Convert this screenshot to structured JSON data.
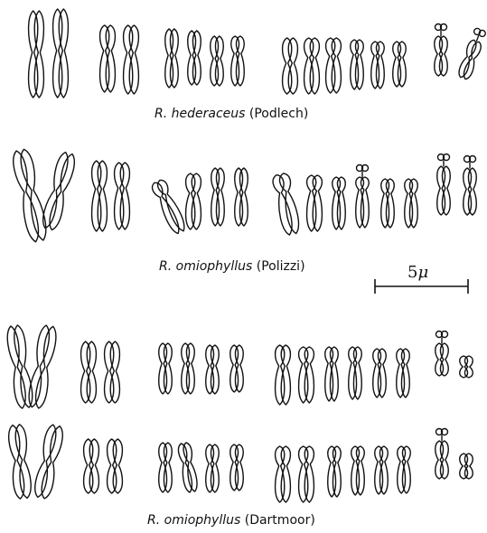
{
  "captions": {
    "hederaceus": {
      "species": "R. hederaceus",
      "locality": "(Podlech)"
    },
    "omiophyllus_polizzi": {
      "species": "R. omiophyllus",
      "locality": "(Polizzi)"
    },
    "omiophyllus_dartmoor": {
      "species": "R. omiophyllus",
      "locality": "(Dartmoor)"
    }
  },
  "scale_bar": {
    "value": "5",
    "unit": "μ"
  }
}
